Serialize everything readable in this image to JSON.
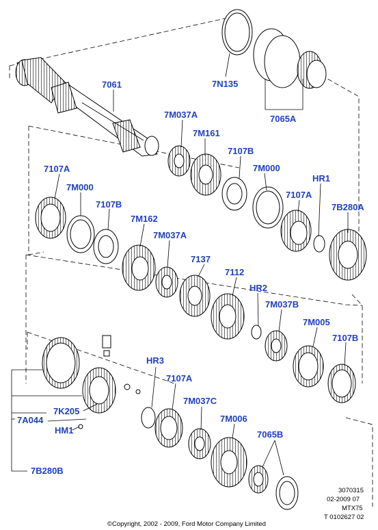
{
  "labels": {
    "l7061": "7061",
    "l7N135": "7N135",
    "l7065A": "7065A",
    "l7M037A_1": "7M037A",
    "l7M161": "7M161",
    "l7107B_1": "7107B",
    "l7M000_1": "7M000",
    "lHR1": "HR1",
    "l7107A_1": "7107A",
    "l7M000_2": "7M000",
    "l7107B_2": "7107B",
    "l7M162": "7M162",
    "l7M037A_2": "7M037A",
    "l7107A_2": "7107A",
    "l7B280A": "7B280A",
    "l7137": "7137",
    "l7112": "7112",
    "lHR2": "HR2",
    "l7M037B": "7M037B",
    "l7M005": "7M005",
    "l7107B_3": "7107B",
    "lHR3": "HR3",
    "l7107A_3": "7107A",
    "l7M037C": "7M037C",
    "l7K205": "7K205",
    "l7A044": "7A044",
    "lHM1": "HM1",
    "l7M006": "7M006",
    "l7065B": "7065B",
    "l7B280B": "7B280B"
  },
  "footer": {
    "ref1": "3070315",
    "ref2": "02-2009 07",
    "ref3": "MTX75",
    "ref4": "T 0102627 02",
    "copyright": "©Copyright, 2002 - 2009, Ford Motor Company Limited"
  },
  "colors": {
    "label": "#1f3fbf",
    "line": "#000000"
  }
}
